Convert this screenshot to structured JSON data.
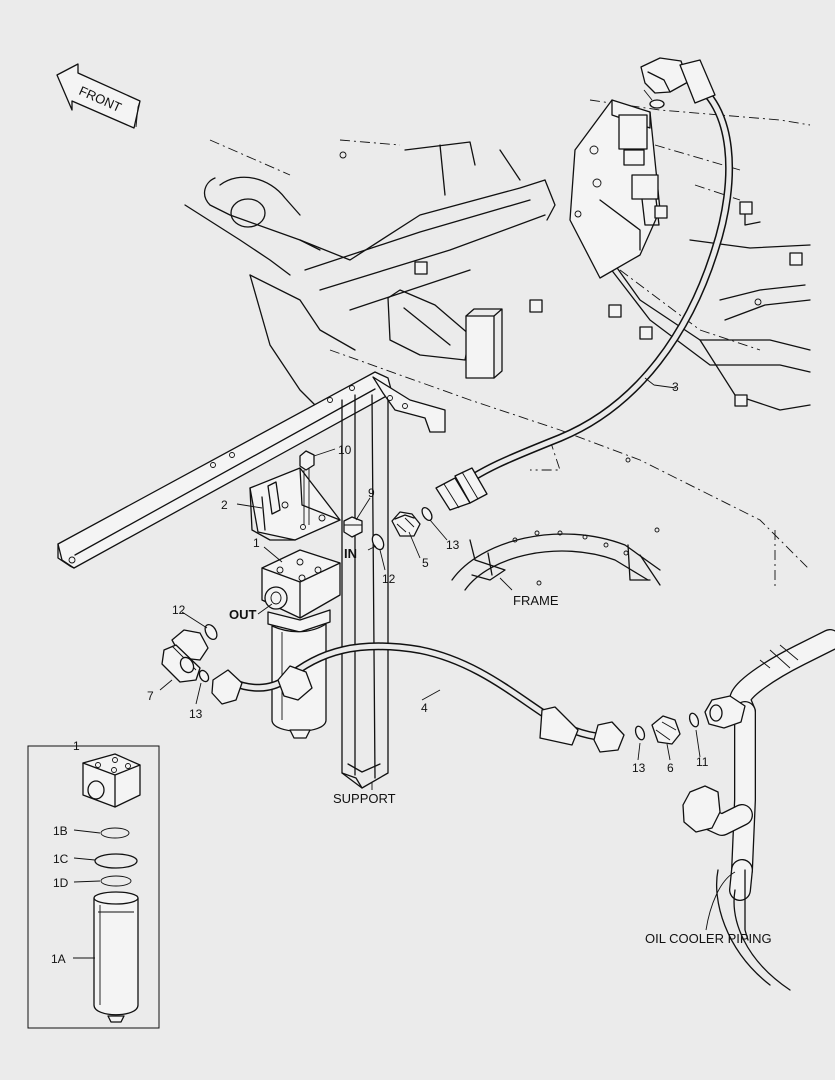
{
  "direction": {
    "front": "FRONT"
  },
  "labels": {
    "frame": "FRAME",
    "support": "SUPPORT",
    "oil_cooler_piping": "OIL COOLER PIPING",
    "in": "IN",
    "out": "OUT"
  },
  "callouts": {
    "c1": "1",
    "c2": "2",
    "c3": "3",
    "c4": "4",
    "c5": "5",
    "c6": "6",
    "c7": "7",
    "c9": "9",
    "c10": "10",
    "c11": "11",
    "c12a": "12",
    "c12b": "12",
    "c13a": "13",
    "c13b": "13",
    "c13c": "13"
  },
  "inset": {
    "title": "1",
    "parts": {
      "p1b": "1B",
      "p1c": "1C",
      "p1d": "1D",
      "p1a": "1A"
    }
  },
  "colors": {
    "background": "#ebebeb",
    "line": "#111111",
    "fill": "#f4f4f4"
  }
}
